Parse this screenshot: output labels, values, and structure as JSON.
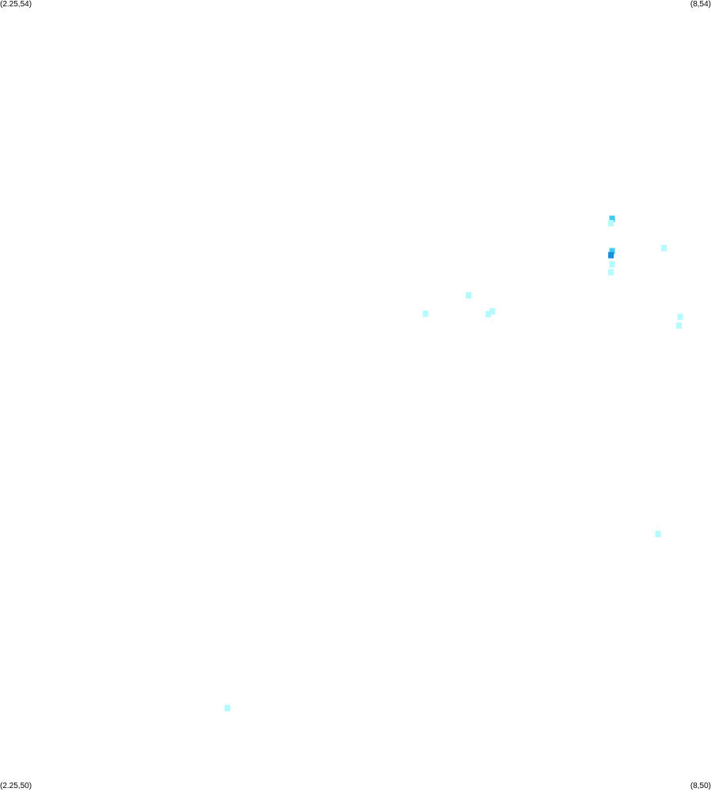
{
  "corners": {
    "top_left": "(2.25,54)",
    "top_right": "(8,54)",
    "bottom_left": "(2.25,50)",
    "bottom_right": "(8,50)"
  },
  "extent": {
    "lon_min": 2.25,
    "lon_max": 8,
    "lat_min": 50,
    "lat_max": 54
  },
  "colors": {
    "background": "#ffffff",
    "light": "#b3fbff",
    "medium": "#3fc8f0",
    "dark": "#1a8fe0"
  },
  "cells": [
    {
      "lon": 7.2,
      "lat": 52.889,
      "level": "medium"
    },
    {
      "lon": 7.19,
      "lat": 52.867,
      "level": "light"
    },
    {
      "lon": 7.2,
      "lat": 52.724,
      "level": "medium"
    },
    {
      "lon": 7.19,
      "lat": 52.705,
      "level": "dark"
    },
    {
      "lon": 7.2,
      "lat": 52.659,
      "level": "light"
    },
    {
      "lon": 7.19,
      "lat": 52.618,
      "level": "light"
    },
    {
      "lon": 7.62,
      "lat": 52.74,
      "level": "light"
    },
    {
      "lon": 6.04,
      "lat": 52.499,
      "level": "light"
    },
    {
      "lon": 5.69,
      "lat": 52.408,
      "level": "light"
    },
    {
      "lon": 6.23,
      "lat": 52.419,
      "level": "light"
    },
    {
      "lon": 6.2,
      "lat": 52.405,
      "level": "light"
    },
    {
      "lon": 7.75,
      "lat": 52.392,
      "level": "light"
    },
    {
      "lon": 7.74,
      "lat": 52.347,
      "level": "light"
    },
    {
      "lon": 7.57,
      "lat": 51.289,
      "level": "light"
    },
    {
      "lon": 4.09,
      "lat": 50.406,
      "level": "light"
    }
  ]
}
